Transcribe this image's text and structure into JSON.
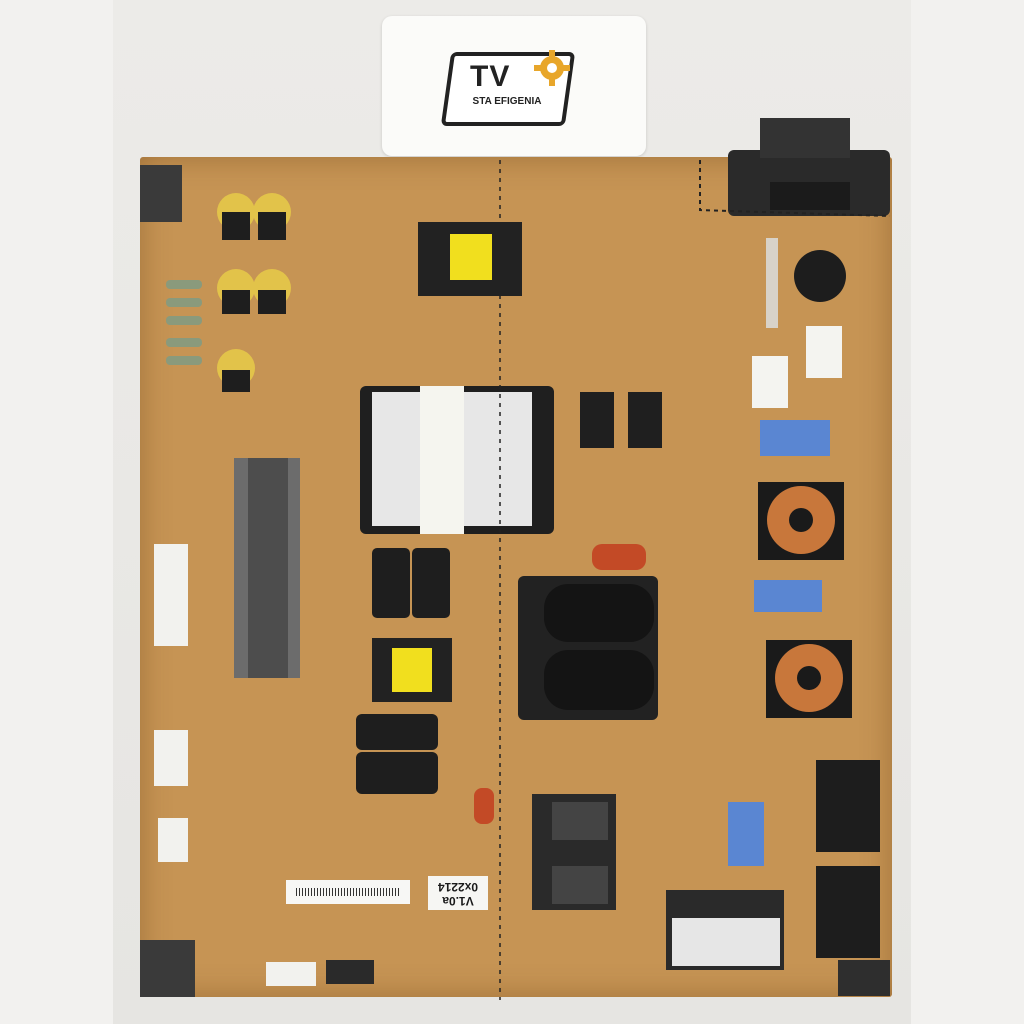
{
  "logo": {
    "main": "TV",
    "sub": "STA EFIGENIA"
  },
  "board": {
    "version_lines": [
      "V1.0a",
      "0x2214"
    ],
    "transformer_label": ""
  },
  "colors": {
    "pcb": "#c69454",
    "capacitor_black": "#1e1e1e",
    "capacitor_yellow": "#e2c34a",
    "film_cap_blue": "#5a86d2",
    "choke_copper": "#c8773b",
    "heatsink": "#6c6c6c"
  }
}
